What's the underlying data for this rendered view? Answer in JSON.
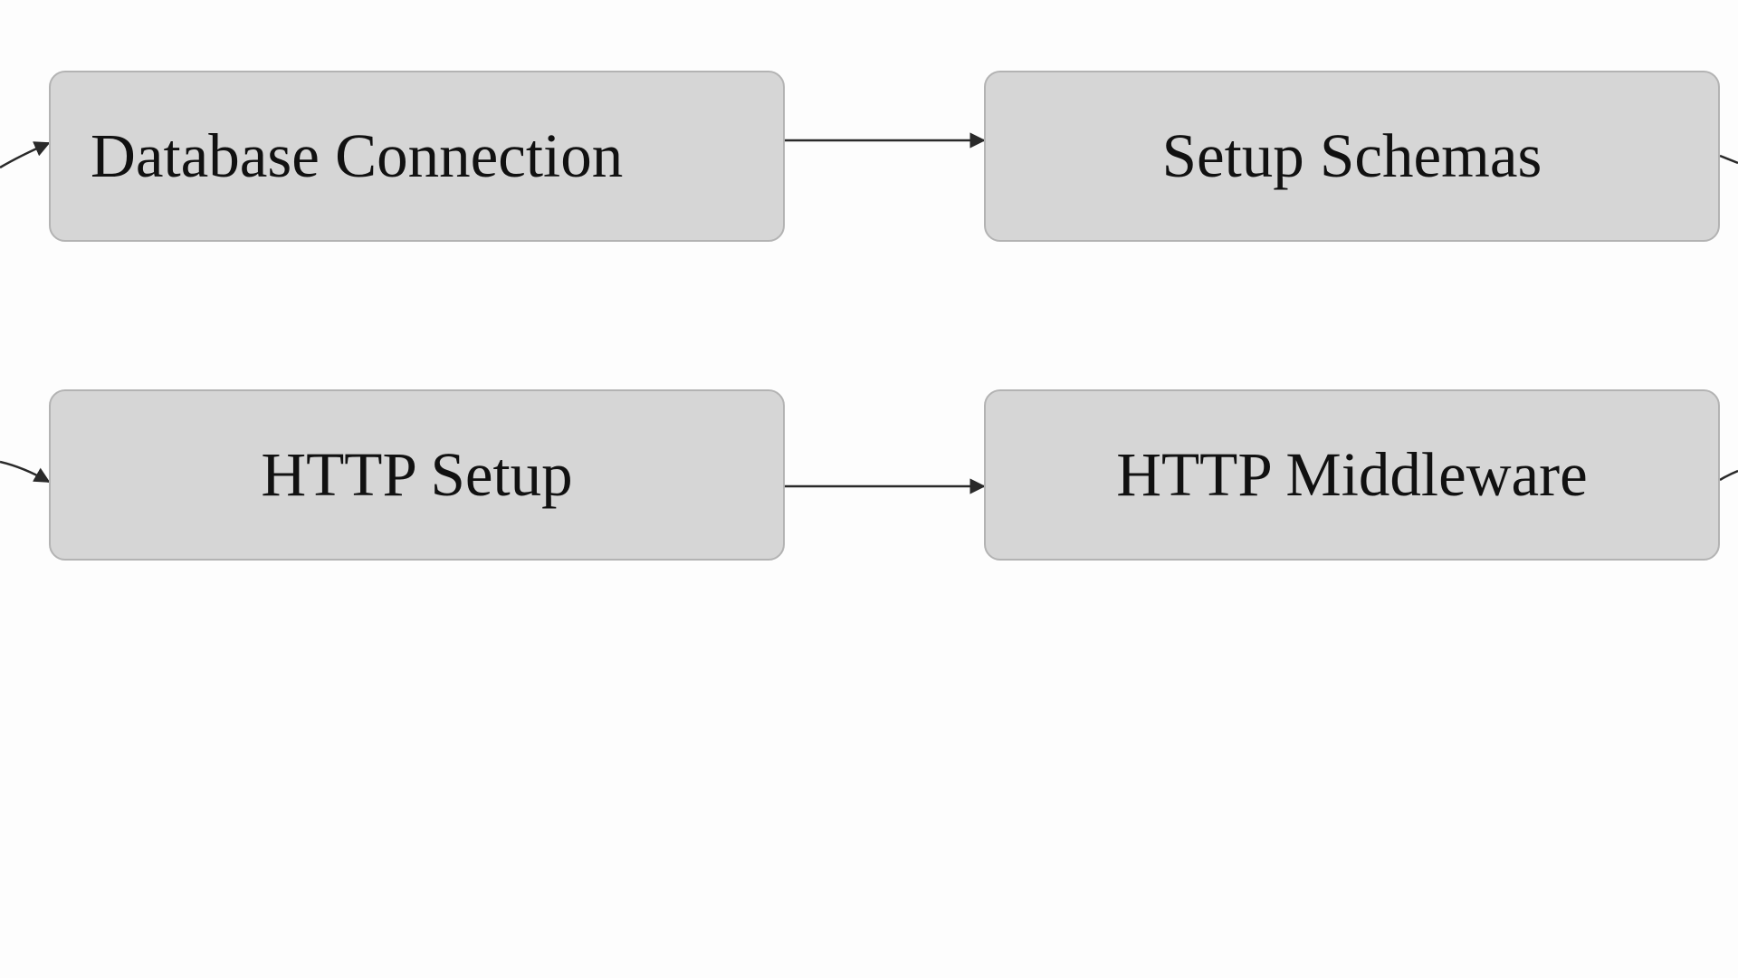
{
  "diagram": {
    "nodes": {
      "database_connection": "Database Connection",
      "setup_schemas": "Setup Schemas",
      "http_setup": "HTTP Setup",
      "http_middleware": "HTTP Middleware"
    },
    "edges": [
      {
        "from": "Database Connection",
        "to": "Setup Schemas"
      },
      {
        "from": "HTTP Setup",
        "to": "HTTP Middleware"
      }
    ]
  },
  "colors": {
    "node_fill": "#d6d6d6",
    "node_border": "#b3b3b3",
    "edge": "#2a2a2a",
    "background": "#fdfdfd"
  }
}
